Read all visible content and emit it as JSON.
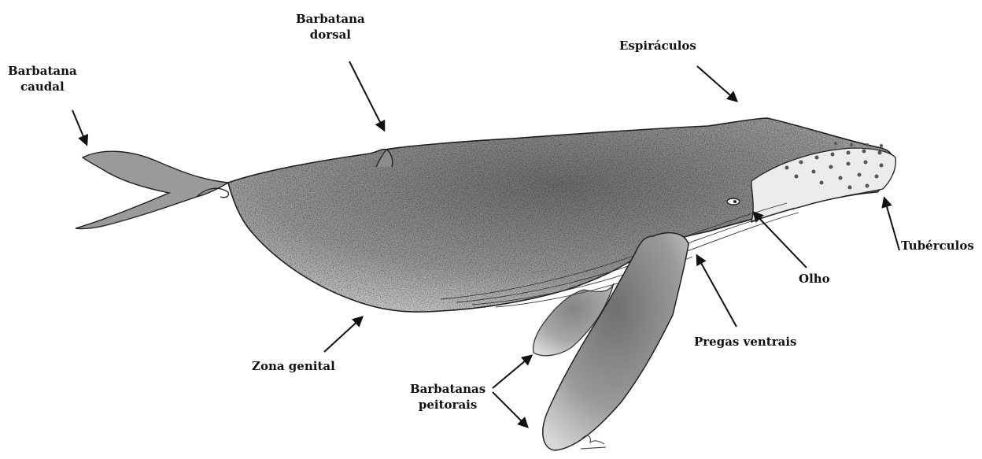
{
  "labels": {
    "caudal_fin": [
      "Barbatana",
      "caudal"
    ],
    "dorsal_fin": [
      "Barbatana",
      "dorsal"
    ],
    "blowholes": "Espiráculos",
    "tubercles": "Tubérculos",
    "eye": "Olho",
    "ventral_pleats": "Pregas ventrais",
    "pectoral_fins": [
      "Barbatanas",
      "peitorais"
    ],
    "genital_zone": "Zona genital"
  },
  "colors": {
    "ink": "#111111",
    "body_shade": "#8a8a8a",
    "background": "#ffffff"
  },
  "icons": [
    "humpback-whale-illustration",
    "artist-signature"
  ]
}
